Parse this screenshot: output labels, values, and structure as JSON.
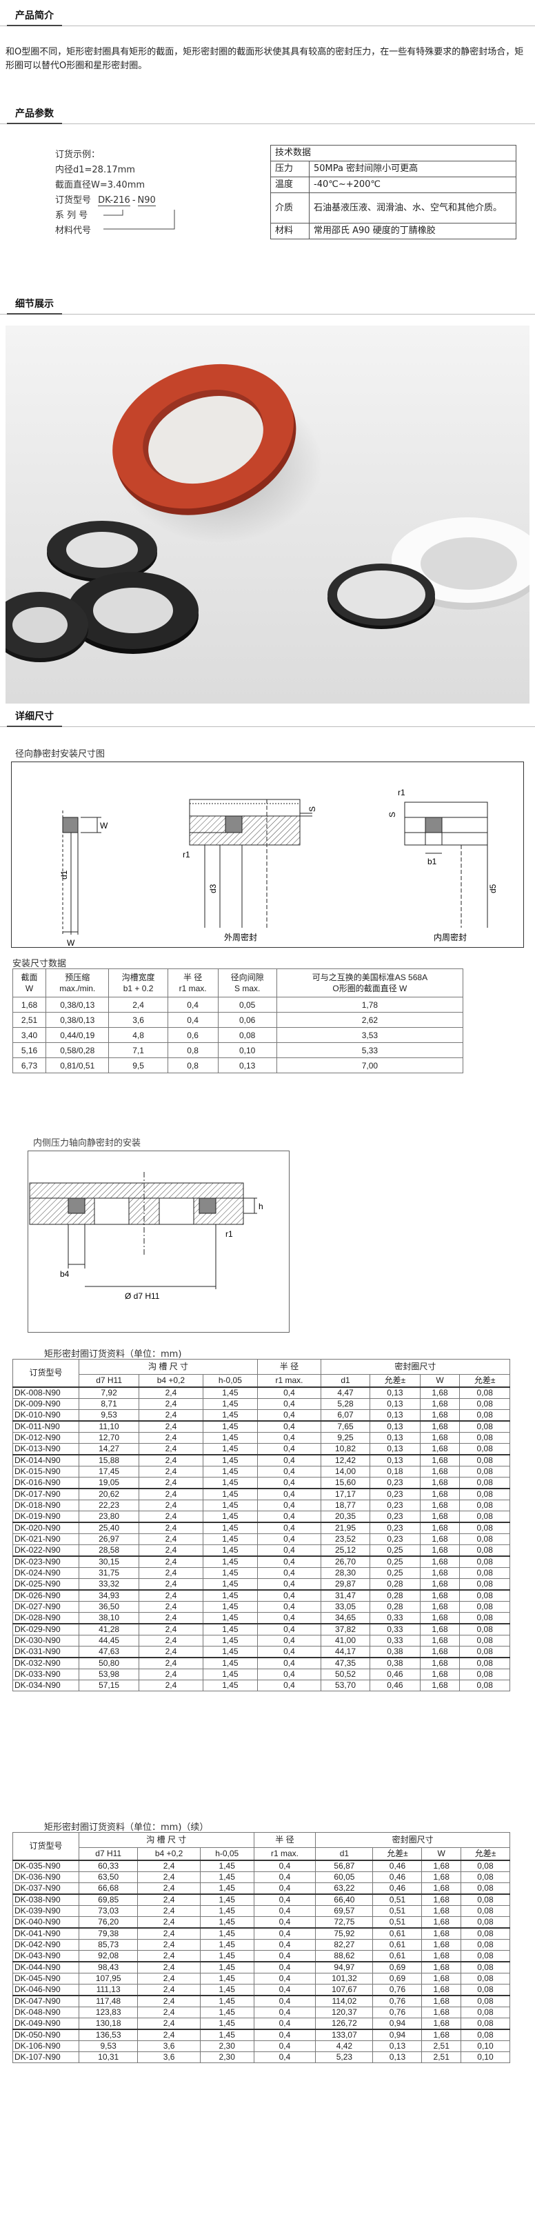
{
  "sections": {
    "intro_title": "产品简介",
    "params_title": "产品参数",
    "detail_title": "细节展示",
    "dims_title": "详细尺寸"
  },
  "intro_text": "和O型圈不同，矩形密封圈具有矩形的截面，矩形密封圈的截面形状使其具有较高的密封压力，在一些有特殊要求的静密封场合，矩形圈可以替代O形圈和星形密封圈。",
  "order_example": {
    "line1": "订货示例：",
    "line2": "内径d1=28.17mm",
    "line3": "截面直径W=3.40mm",
    "line4_prefix": "订货型号",
    "line4_code_a": "DK-216",
    "line4_sep": "-",
    "line4_code_b": "N90",
    "line5": "系 列 号",
    "line6": "材料代号"
  },
  "tech_table": {
    "header": "技术数据",
    "rows": [
      {
        "k": "压力",
        "v": "50MPa 密封间隙小可更高"
      },
      {
        "k": "温度",
        "v": "-40℃~+200℃"
      },
      {
        "k": "介质",
        "v": "石油基液压液、润滑油、水、空气和其他介质。"
      },
      {
        "k": "材料",
        "v": "常用邵氏 A90 硬度的丁腈橡胶"
      }
    ]
  },
  "diagram1": {
    "caption": "径向静密封安装尺寸图",
    "outer_label": "外周密封",
    "inner_label": "内周密封",
    "labels": {
      "W": "W",
      "d1": "d1",
      "d3": "d3",
      "d5": "d5",
      "S": "S",
      "r1": "r1",
      "b1": "b1"
    }
  },
  "install_table": {
    "caption": "安装尺寸数据",
    "headers": [
      "截面\nW",
      "预压缩\nmax./min.",
      "沟槽宽度\nb1 + 0.2",
      "半 径\nr1 max.",
      "径向间隙\nS max.",
      "可与之互换的美国标准AS 568A\nO形圈的截面直径 W"
    ],
    "rows": [
      [
        "1,68",
        "0,38/0,13",
        "2,4",
        "0,4",
        "0,05",
        "1,78"
      ],
      [
        "2,51",
        "0,38/0,13",
        "3,6",
        "0,4",
        "0,06",
        "2,62"
      ],
      [
        "3,40",
        "0,44/0,19",
        "4,8",
        "0,6",
        "0,08",
        "3,53"
      ],
      [
        "5,16",
        "0,58/0,28",
        "7,1",
        "0,8",
        "0,10",
        "5,33"
      ],
      [
        "6,73",
        "0,81/0,51",
        "9,5",
        "0,8",
        "0,13",
        "7,00"
      ]
    ]
  },
  "diagram2": {
    "caption": "内侧压力轴向静密封的安装",
    "labels": {
      "h": "h",
      "b4": "b4",
      "d7": "Ø d7 H11",
      "r1": "r1"
    }
  },
  "groove_table1": {
    "caption": "矩形密封圈订货资料（单位：mm)",
    "h_model": "订货型号",
    "h_groove": "沟 槽 尺 寸",
    "h_radius": "半 径",
    "h_seal": "密封圈尺寸",
    "sub": [
      "d7 H11",
      "b4 +0,2",
      "h-0,05",
      "r1 max.",
      "d1",
      "允差±",
      "W",
      "允差±"
    ],
    "groups": [
      [
        [
          "DK-008-N90",
          "7,92",
          "2,4",
          "1,45",
          "0,4",
          "4,47",
          "0,13",
          "1,68",
          "0,08"
        ],
        [
          "DK-009-N90",
          "8,71",
          "2,4",
          "1,45",
          "0,4",
          "5,28",
          "0,13",
          "1,68",
          "0,08"
        ],
        [
          "DK-010-N90",
          "9,53",
          "2,4",
          "1,45",
          "0,4",
          "6,07",
          "0,13",
          "1,68",
          "0,08"
        ]
      ],
      [
        [
          "DK-011-N90",
          "11,10",
          "2,4",
          "1,45",
          "0,4",
          "7,65",
          "0,13",
          "1,68",
          "0,08"
        ],
        [
          "DK-012-N90",
          "12,70",
          "2,4",
          "1,45",
          "0,4",
          "9,25",
          "0,13",
          "1,68",
          "0,08"
        ],
        [
          "DK-013-N90",
          "14,27",
          "2,4",
          "1,45",
          "0,4",
          "10,82",
          "0,13",
          "1,68",
          "0,08"
        ]
      ],
      [
        [
          "DK-014-N90",
          "15,88",
          "2,4",
          "1,45",
          "0,4",
          "12,42",
          "0,13",
          "1,68",
          "0,08"
        ],
        [
          "DK-015-N90",
          "17,45",
          "2,4",
          "1,45",
          "0,4",
          "14,00",
          "0,18",
          "1,68",
          "0,08"
        ],
        [
          "DK-016-N90",
          "19,05",
          "2,4",
          "1,45",
          "0,4",
          "15,60",
          "0,23",
          "1,68",
          "0,08"
        ]
      ],
      [
        [
          "DK-017-N90",
          "20,62",
          "2,4",
          "1,45",
          "0,4",
          "17,17",
          "0,23",
          "1,68",
          "0,08"
        ],
        [
          "DK-018-N90",
          "22,23",
          "2,4",
          "1,45",
          "0,4",
          "18,77",
          "0,23",
          "1,68",
          "0,08"
        ],
        [
          "DK-019-N90",
          "23,80",
          "2,4",
          "1,45",
          "0,4",
          "20,35",
          "0,23",
          "1,68",
          "0,08"
        ]
      ],
      [
        [
          "DK-020-N90",
          "25,40",
          "2,4",
          "1,45",
          "0,4",
          "21,95",
          "0,23",
          "1,68",
          "0,08"
        ],
        [
          "DK-021-N90",
          "26,97",
          "2,4",
          "1,45",
          "0,4",
          "23,52",
          "0,23",
          "1,68",
          "0,08"
        ],
        [
          "DK-022-N90",
          "28,58",
          "2,4",
          "1,45",
          "0,4",
          "25,12",
          "0,25",
          "1,68",
          "0,08"
        ]
      ],
      [
        [
          "DK-023-N90",
          "30,15",
          "2,4",
          "1,45",
          "0,4",
          "26,70",
          "0,25",
          "1,68",
          "0,08"
        ],
        [
          "DK-024-N90",
          "31,75",
          "2,4",
          "1,45",
          "0,4",
          "28,30",
          "0,25",
          "1,68",
          "0,08"
        ],
        [
          "DK-025-N90",
          "33,32",
          "2,4",
          "1,45",
          "0,4",
          "29,87",
          "0,28",
          "1,68",
          "0,08"
        ]
      ],
      [
        [
          "DK-026-N90",
          "34,93",
          "2,4",
          "1,45",
          "0,4",
          "31,47",
          "0,28",
          "1,68",
          "0,08"
        ],
        [
          "DK-027-N90",
          "36,50",
          "2,4",
          "1,45",
          "0,4",
          "33,05",
          "0,28",
          "1,68",
          "0,08"
        ],
        [
          "DK-028-N90",
          "38,10",
          "2,4",
          "1,45",
          "0,4",
          "34,65",
          "0,33",
          "1,68",
          "0,08"
        ]
      ],
      [
        [
          "DK-029-N90",
          "41,28",
          "2,4",
          "1,45",
          "0,4",
          "37,82",
          "0,33",
          "1,68",
          "0,08"
        ],
        [
          "DK-030-N90",
          "44,45",
          "2,4",
          "1,45",
          "0,4",
          "41,00",
          "0,33",
          "1,68",
          "0,08"
        ],
        [
          "DK-031-N90",
          "47,63",
          "2,4",
          "1,45",
          "0,4",
          "44,17",
          "0,38",
          "1,68",
          "0,08"
        ]
      ],
      [
        [
          "DK-032-N90",
          "50,80",
          "2,4",
          "1,45",
          "0,4",
          "47,35",
          "0,38",
          "1,68",
          "0,08"
        ],
        [
          "DK-033-N90",
          "53,98",
          "2,4",
          "1,45",
          "0,4",
          "50,52",
          "0,46",
          "1,68",
          "0,08"
        ],
        [
          "DK-034-N90",
          "57,15",
          "2,4",
          "1,45",
          "0,4",
          "53,70",
          "0,46",
          "1,68",
          "0,08"
        ]
      ]
    ]
  },
  "groove_table2": {
    "caption": "矩形密封圈订货资料（单位：mm)（续）",
    "h_model": "订货型号",
    "h_groove": "沟 槽 尺 寸",
    "h_radius": "半 径",
    "h_seal": "密封圈尺寸",
    "sub": [
      "d7 H11",
      "b4 +0,2",
      "h-0,05",
      "r1 max.",
      "d1",
      "允差±",
      "W",
      "允差±"
    ],
    "groups": [
      [
        [
          "DK-035-N90",
          "60,33",
          "2,4",
          "1,45",
          "0,4",
          "56,87",
          "0,46",
          "1,68",
          "0,08"
        ],
        [
          "DK-036-N90",
          "63,50",
          "2,4",
          "1,45",
          "0,4",
          "60,05",
          "0,46",
          "1,68",
          "0,08"
        ],
        [
          "DK-037-N90",
          "66,68",
          "2,4",
          "1,45",
          "0,4",
          "63,22",
          "0,46",
          "1,68",
          "0,08"
        ]
      ],
      [
        [
          "DK-038-N90",
          "69,85",
          "2,4",
          "1,45",
          "0,4",
          "66,40",
          "0,51",
          "1,68",
          "0,08"
        ],
        [
          "DK-039-N90",
          "73,03",
          "2,4",
          "1,45",
          "0,4",
          "69,57",
          "0,51",
          "1,68",
          "0,08"
        ],
        [
          "DK-040-N90",
          "76,20",
          "2,4",
          "1,45",
          "0,4",
          "72,75",
          "0,51",
          "1,68",
          "0,08"
        ]
      ],
      [
        [
          "DK-041-N90",
          "79,38",
          "2,4",
          "1,45",
          "0,4",
          "75,92",
          "0,61",
          "1,68",
          "0,08"
        ],
        [
          "DK-042-N90",
          "85,73",
          "2,4",
          "1,45",
          "0,4",
          "82,27",
          "0,61",
          "1,68",
          "0,08"
        ],
        [
          "DK-043-N90",
          "92,08",
          "2,4",
          "1,45",
          "0,4",
          "88,62",
          "0,61",
          "1,68",
          "0,08"
        ]
      ],
      [
        [
          "DK-044-N90",
          "98,43",
          "2,4",
          "1,45",
          "0,4",
          "94,97",
          "0,69",
          "1,68",
          "0,08"
        ],
        [
          "DK-045-N90",
          "107,95",
          "2,4",
          "1,45",
          "0,4",
          "101,32",
          "0,69",
          "1,68",
          "0,08"
        ],
        [
          "DK-046-N90",
          "111,13",
          "2,4",
          "1,45",
          "0,4",
          "107,67",
          "0,76",
          "1,68",
          "0,08"
        ]
      ],
      [
        [
          "DK-047-N90",
          "117,48",
          "2,4",
          "1,45",
          "0,4",
          "114,02",
          "0,76",
          "1,68",
          "0,08"
        ],
        [
          "DK-048-N90",
          "123,83",
          "2,4",
          "1,45",
          "0,4",
          "120,37",
          "0,76",
          "1,68",
          "0,08"
        ],
        [
          "DK-049-N90",
          "130,18",
          "2,4",
          "1,45",
          "0,4",
          "126,72",
          "0,94",
          "1,68",
          "0,08"
        ]
      ],
      [
        [
          "DK-050-N90",
          "136,53",
          "2,4",
          "1,45",
          "0,4",
          "133,07",
          "0,94",
          "1,68",
          "0,08"
        ],
        [
          "DK-106-N90",
          "9,53",
          "3,6",
          "2,30",
          "0,4",
          "4,42",
          "0,13",
          "2,51",
          "0,10"
        ],
        [
          "DK-107-N90",
          "10,31",
          "3,6",
          "2,30",
          "0,4",
          "5,23",
          "0,13",
          "2,51",
          "0,10"
        ]
      ]
    ]
  }
}
